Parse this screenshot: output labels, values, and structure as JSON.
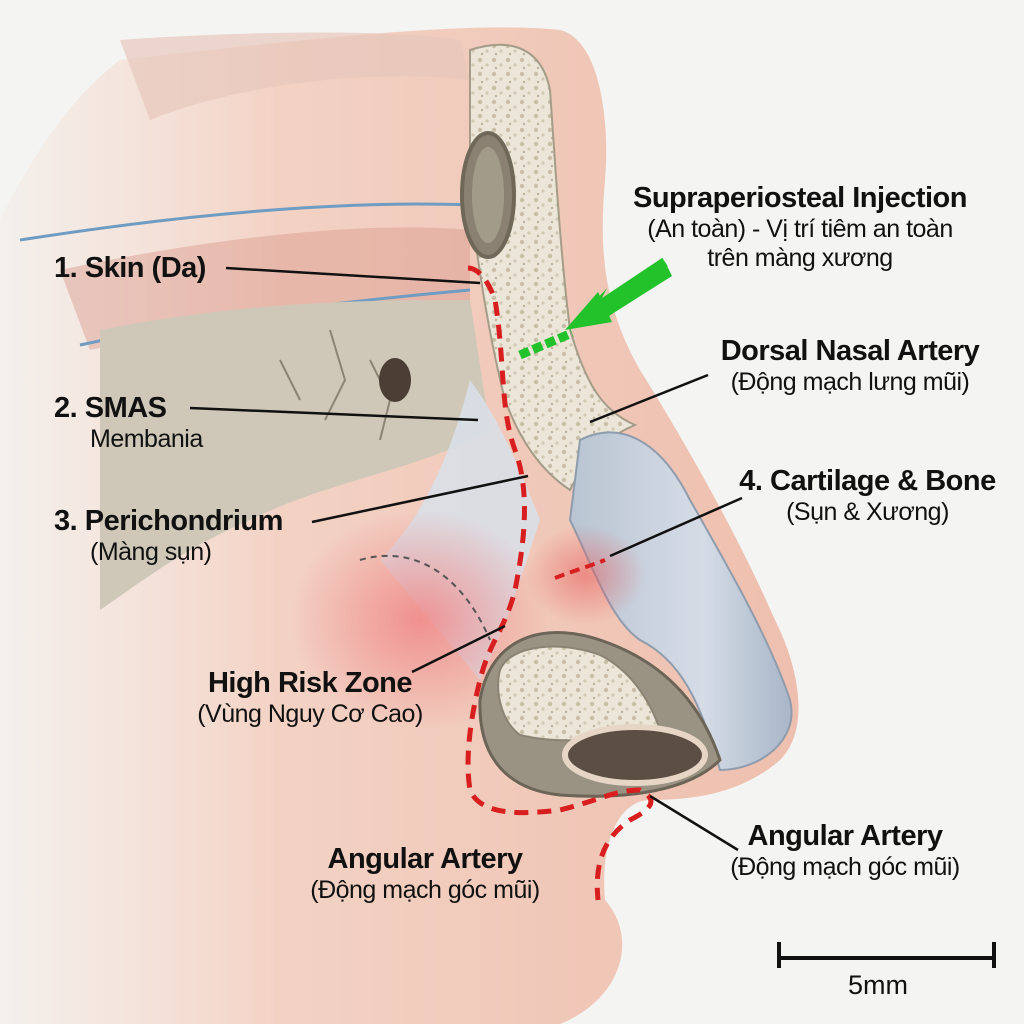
{
  "labels": {
    "skin": {
      "title": "1. Skin (Da)"
    },
    "smas": {
      "title": "2. SMAS",
      "subtitle": "Membania"
    },
    "perichondrium": {
      "title": "3. Perichondrium",
      "subtitle": "(Màng sụn)"
    },
    "high_risk": {
      "title": "High Risk Zone",
      "subtitle": "(Vùng Nguy Cơ Cao)"
    },
    "angular_left": {
      "title": "Angular Artery",
      "subtitle": "(Động mạch góc mũi)"
    },
    "supraperiosteal": {
      "title": "Supraperiosteal Injection",
      "line2": "(An toàn) - Vị trí tiêm an toàn",
      "line3": "trên màng xương"
    },
    "dorsal": {
      "title": "Dorsal Nasal Artery",
      "subtitle": "(Động mạch lưng mũi)"
    },
    "cartilage": {
      "title": "4. Cartilage & Bone",
      "subtitle": "(Sụn & Xương)"
    },
    "angular_right": {
      "title": "Angular Artery",
      "subtitle": "(Động mạch góc mũi)"
    }
  },
  "scale_bar": {
    "label": "5mm"
  },
  "colors": {
    "background": "#f4f4f2",
    "skin": "#f2cfc1",
    "bone": "#e9e4d6",
    "cartilage": "#c9d2dd",
    "artery_dashed": "#d81e1e",
    "safe_injection": "#22c22a",
    "leader_line": "#111111"
  }
}
